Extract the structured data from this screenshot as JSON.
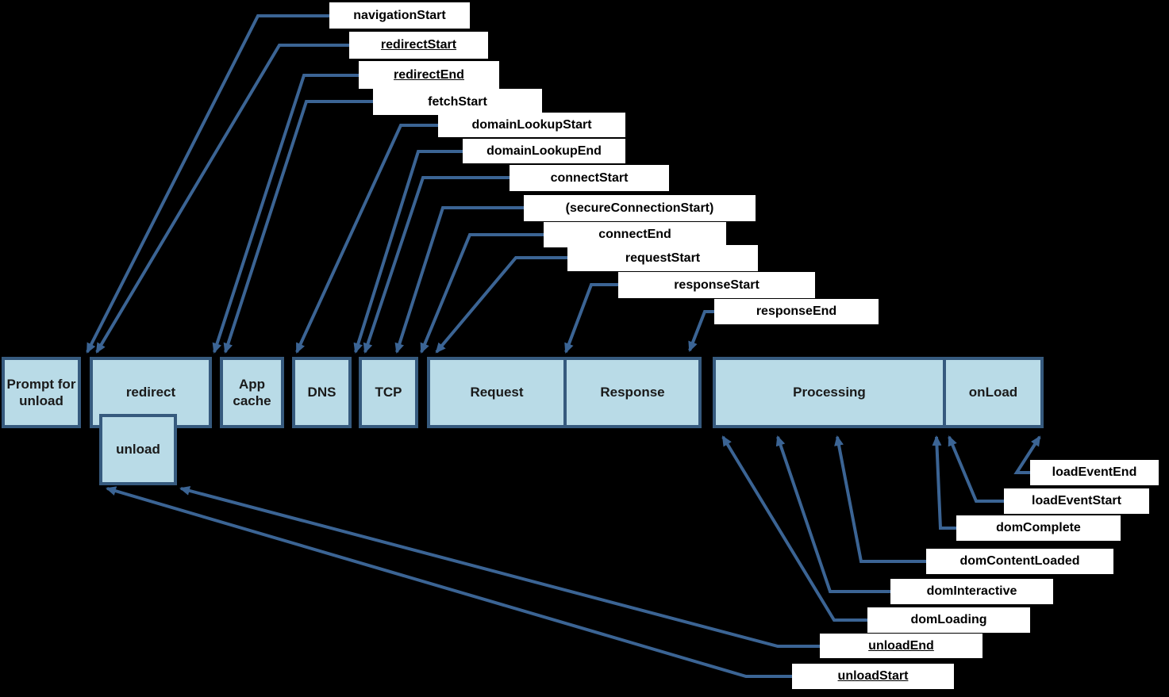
{
  "palette": {
    "background": "#000000",
    "arrow_line": "#3B6494",
    "box_fill": "#B9DBE7",
    "box_border": "#365A7E",
    "label_background": "#FFFFFF",
    "label_text": "#000000",
    "box_text": "#1A1A1A"
  },
  "timeline": {
    "boxes": [
      {
        "id": "prompt-for-unload",
        "label": "Prompt for unload"
      },
      {
        "id": "redirect",
        "label": "redirect"
      },
      {
        "id": "unload",
        "label": "unload"
      },
      {
        "id": "app-cache",
        "label": "App cache"
      },
      {
        "id": "dns",
        "label": "DNS"
      },
      {
        "id": "tcp",
        "label": "TCP"
      },
      {
        "id": "request",
        "label": "Request"
      },
      {
        "id": "response",
        "label": "Response"
      },
      {
        "id": "processing",
        "label": "Processing"
      },
      {
        "id": "onload",
        "label": "onLoad"
      }
    ]
  },
  "callouts": [
    {
      "id": "navigationStart",
      "label": "navigationStart",
      "underlined": false
    },
    {
      "id": "redirectStart",
      "label": "redirectStart",
      "underlined": true
    },
    {
      "id": "redirectEnd",
      "label": "redirectEnd",
      "underlined": true
    },
    {
      "id": "fetchStart",
      "label": "fetchStart",
      "underlined": false
    },
    {
      "id": "domainLookupStart",
      "label": "domainLookupStart",
      "underlined": false
    },
    {
      "id": "domainLookupEnd",
      "label": "domainLookupEnd",
      "underlined": false
    },
    {
      "id": "connectStart",
      "label": "connectStart",
      "underlined": false
    },
    {
      "id": "secureConnectionStart",
      "label": "(secureConnectionStart)",
      "underlined": false
    },
    {
      "id": "connectEnd",
      "label": "connectEnd",
      "underlined": false
    },
    {
      "id": "requestStart",
      "label": "requestStart",
      "underlined": false
    },
    {
      "id": "responseStart",
      "label": "responseStart",
      "underlined": false
    },
    {
      "id": "responseEnd",
      "label": "responseEnd",
      "underlined": false
    },
    {
      "id": "loadEventEnd",
      "label": "loadEventEnd",
      "underlined": false
    },
    {
      "id": "loadEventStart",
      "label": "loadEventStart",
      "underlined": false
    },
    {
      "id": "domComplete",
      "label": "domComplete",
      "underlined": false
    },
    {
      "id": "domContentLoaded",
      "label": "domContentLoaded",
      "underlined": false
    },
    {
      "id": "domInteractive",
      "label": "domInteractive",
      "underlined": false
    },
    {
      "id": "domLoading",
      "label": "domLoading",
      "underlined": false
    },
    {
      "id": "unloadEnd",
      "label": "unloadEnd",
      "underlined": true
    },
    {
      "id": "unloadStart",
      "label": "unloadStart",
      "underlined": true
    }
  ]
}
